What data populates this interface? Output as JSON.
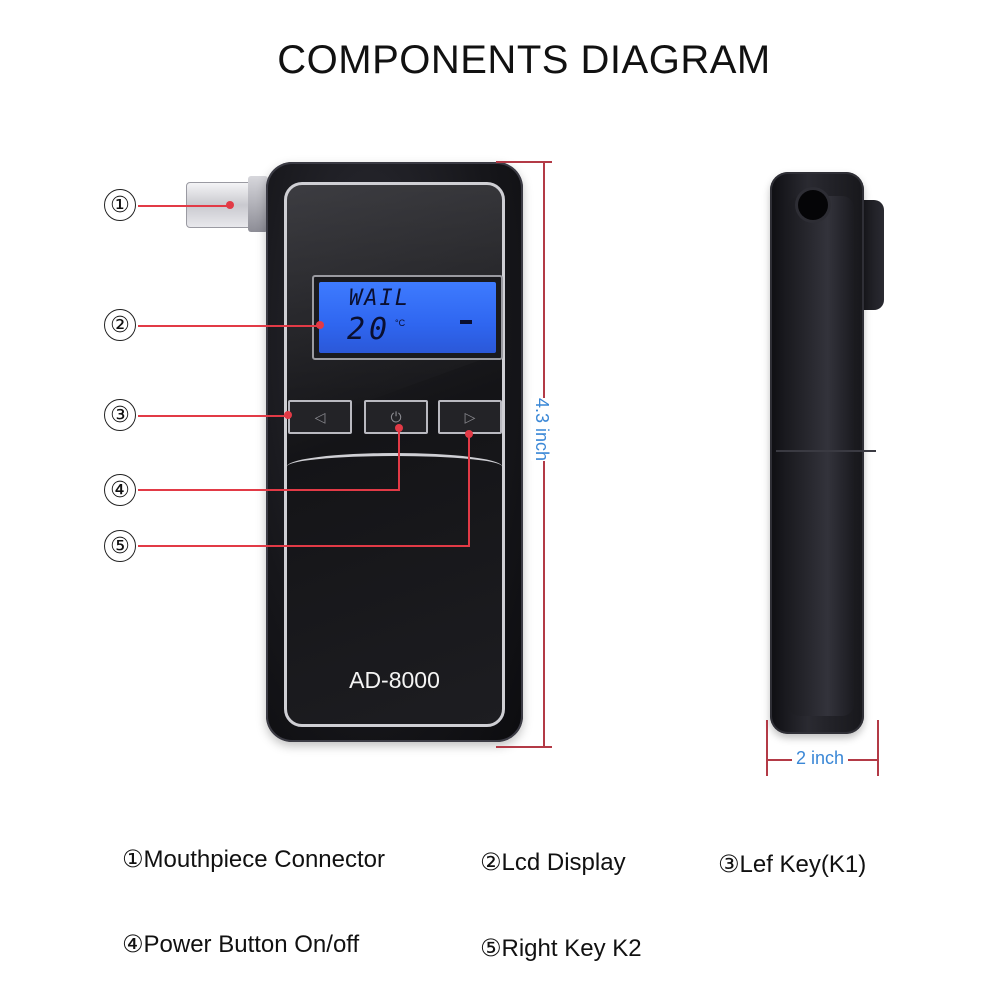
{
  "title": "COMPONENTS DIAGRAM",
  "callouts": [
    "①",
    "②",
    "③",
    "④",
    "⑤"
  ],
  "device": {
    "model": "AD-8000",
    "lcd_line1": "WAIL",
    "lcd_line2": "20",
    "lcd_unit": "°C",
    "key_left": "◁",
    "key_power": "⏻",
    "key_right": "▷"
  },
  "dimensions": {
    "height_label": "4.3 inch",
    "width_label": "2 inch"
  },
  "legend": [
    "①Mouthpiece Connector",
    "②Lcd Display",
    "③Lef Key(K1)",
    "④Power Button On/off",
    "⑤Right Key K2"
  ],
  "colors": {
    "leader": "#e23a46",
    "dimension_line": "#b33a46",
    "dimension_text": "#3a87d6",
    "lcd_backlight": "#3e7bff"
  }
}
